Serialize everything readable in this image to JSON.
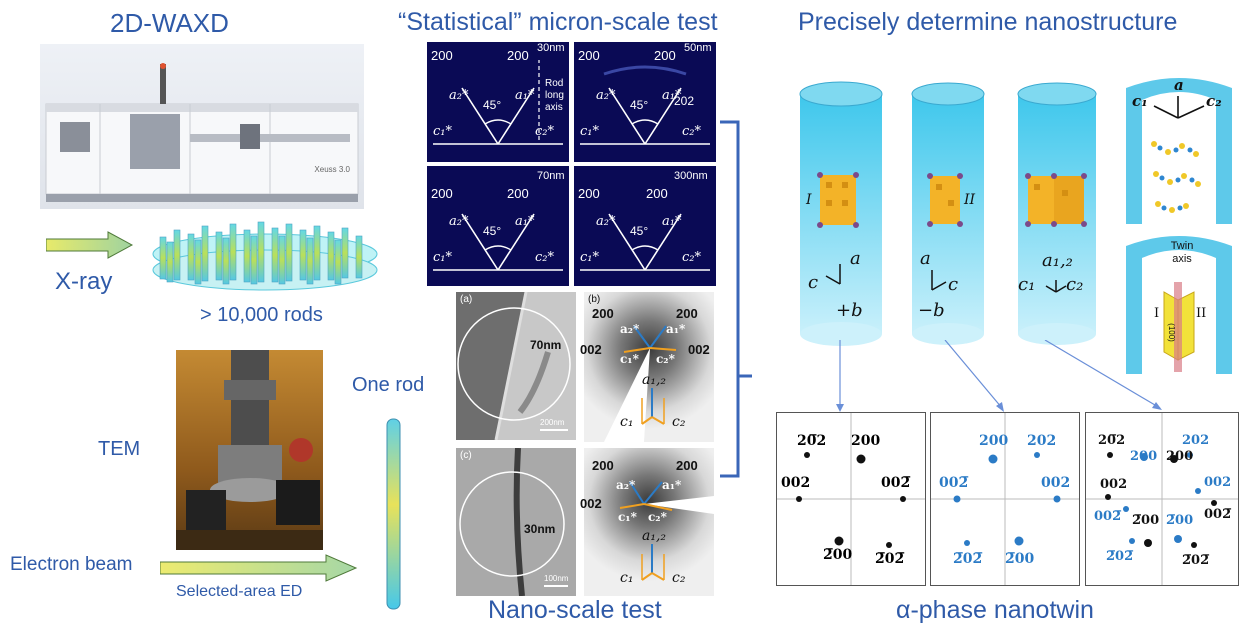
{
  "headings": {
    "waxd": "2D-WAXD",
    "micron_test": "“Statistical” micron-scale test",
    "nanostructure": "Precisely determine nanostructure",
    "nano_test": "Nano-scale test",
    "nanotwin": "α-phase nanotwin"
  },
  "left": {
    "instrument_brand": "Xeuss 3.0",
    "xray_label": "X-ray",
    "rods_count": "> 10,000 rods",
    "tem_label": "TEM",
    "one_rod_label": "One rod",
    "electron_beam_label": "Electron beam",
    "sa_ed_label": "Selected-area ED"
  },
  "waxd_panels": [
    {
      "size": "30nm",
      "left_peak": "200",
      "right_peak": "200",
      "angle": "45°",
      "a_left": "a₂*",
      "a_right": "a₁*",
      "c_left": "c₁*",
      "c_right": "c₂*",
      "extra": "Rod long axis"
    },
    {
      "size": "50nm",
      "left_peak": "200",
      "right_peak": "200",
      "angle": "45°",
      "a_left": "a₂*",
      "a_right": "a₁*",
      "c_left": "c₁*",
      "c_right": "c₂*",
      "extra": "202"
    },
    {
      "size": "70nm",
      "left_peak": "200",
      "right_peak": "200",
      "angle": "45°",
      "a_left": "a₂*",
      "a_right": "a₁*",
      "c_left": "c₁*",
      "c_right": "c₂*",
      "extra": ""
    },
    {
      "size": "300nm",
      "left_peak": "200",
      "right_peak": "200",
      "angle": "45°",
      "a_left": "a₂*",
      "a_right": "a₁*",
      "c_left": "c₁*",
      "c_right": "c₂*",
      "extra": ""
    }
  ],
  "tem_panels": [
    {
      "tag": "(a)",
      "size": "70nm",
      "scale": "200nm"
    },
    {
      "tag": "(c)",
      "size": "30nm",
      "scale": "100nm"
    }
  ],
  "ed_panels": [
    {
      "tag": "(b)",
      "top_left": "200",
      "top_right": "200",
      "mid_left": "002",
      "mid_right": "002",
      "a2": "a₂*",
      "a1": "a₁*",
      "c1": "c₁*",
      "c2": "c₂*",
      "axis_a": "a₁,₂",
      "axis_c1": "c₁",
      "axis_c2": "c₂"
    },
    {
      "tag": "",
      "top_left": "200",
      "top_right": "200",
      "mid_left": "002",
      "mid_right": "",
      "a2": "a₂*",
      "a1": "a₁*",
      "c1": "c₁*",
      "c2": "c₂*",
      "axis_a": "a₁,₂",
      "axis_c1": "c₁",
      "axis_c2": "c₂"
    }
  ],
  "rods": [
    {
      "roman": "I",
      "axis_top": "a",
      "axis_left": "c",
      "axis_bottom": "+b"
    },
    {
      "roman": "II",
      "axis_top": "a",
      "axis_right": "c",
      "axis_bottom": "−b"
    },
    {
      "roman": "",
      "axis_top": "a₁,₂",
      "axis_left": "c₁",
      "axis_right": "c₂"
    }
  ],
  "crystal_inset": {
    "a": "a",
    "c1": "c₁",
    "c2": "c₂"
  },
  "twin_inset": {
    "title": "Twin axis",
    "left": "I",
    "right": "II",
    "plane": "(100)"
  },
  "patterns": [
    {
      "color": "#111111",
      "spots": [
        {
          "label": "20̅2",
          "color": "#111111"
        },
        {
          "label": "200",
          "color": "#111111"
        },
        {
          "label": "002",
          "color": "#111111"
        },
        {
          "label": "002̅",
          "color": "#111111"
        },
        {
          "label": "2̅00",
          "color": "#111111"
        },
        {
          "label": "2̅02̅",
          "color": "#111111"
        }
      ]
    },
    {
      "color": "#2b7bc6",
      "spots": [
        {
          "label": "200",
          "color": "#2b7bc6"
        },
        {
          "label": "202",
          "color": "#2b7bc6"
        },
        {
          "label": "002̅",
          "color": "#2b7bc6"
        },
        {
          "label": "002",
          "color": "#2b7bc6"
        },
        {
          "label": "2̅02̅",
          "color": "#2b7bc6"
        },
        {
          "label": "2̅00",
          "color": "#2b7bc6"
        }
      ]
    },
    {
      "color": "mixed",
      "spots": [
        {
          "label": "20̅2",
          "color": "#111111"
        },
        {
          "label": "202",
          "color": "#2b7bc6"
        },
        {
          "label": "200",
          "color": "#2b7bc6"
        },
        {
          "label": "200",
          "color": "#111111"
        },
        {
          "label": "002",
          "color": "#111111"
        },
        {
          "label": "002",
          "color": "#2b7bc6"
        },
        {
          "label": "002̅",
          "color": "#2b7bc6"
        },
        {
          "label": "002̅",
          "color": "#111111"
        },
        {
          "label": "2̅00",
          "color": "#111111"
        },
        {
          "label": "2̅00",
          "color": "#2b7bc6"
        },
        {
          "label": "2̅02̅",
          "color": "#2b7bc6"
        },
        {
          "label": "2̅02̅",
          "color": "#111111"
        }
      ]
    }
  ],
  "colors": {
    "heading": "#2f5aa8",
    "bracket": "#3a66b8",
    "blue_spot": "#2b7bc6",
    "panel_dark": "#0a0a55"
  }
}
